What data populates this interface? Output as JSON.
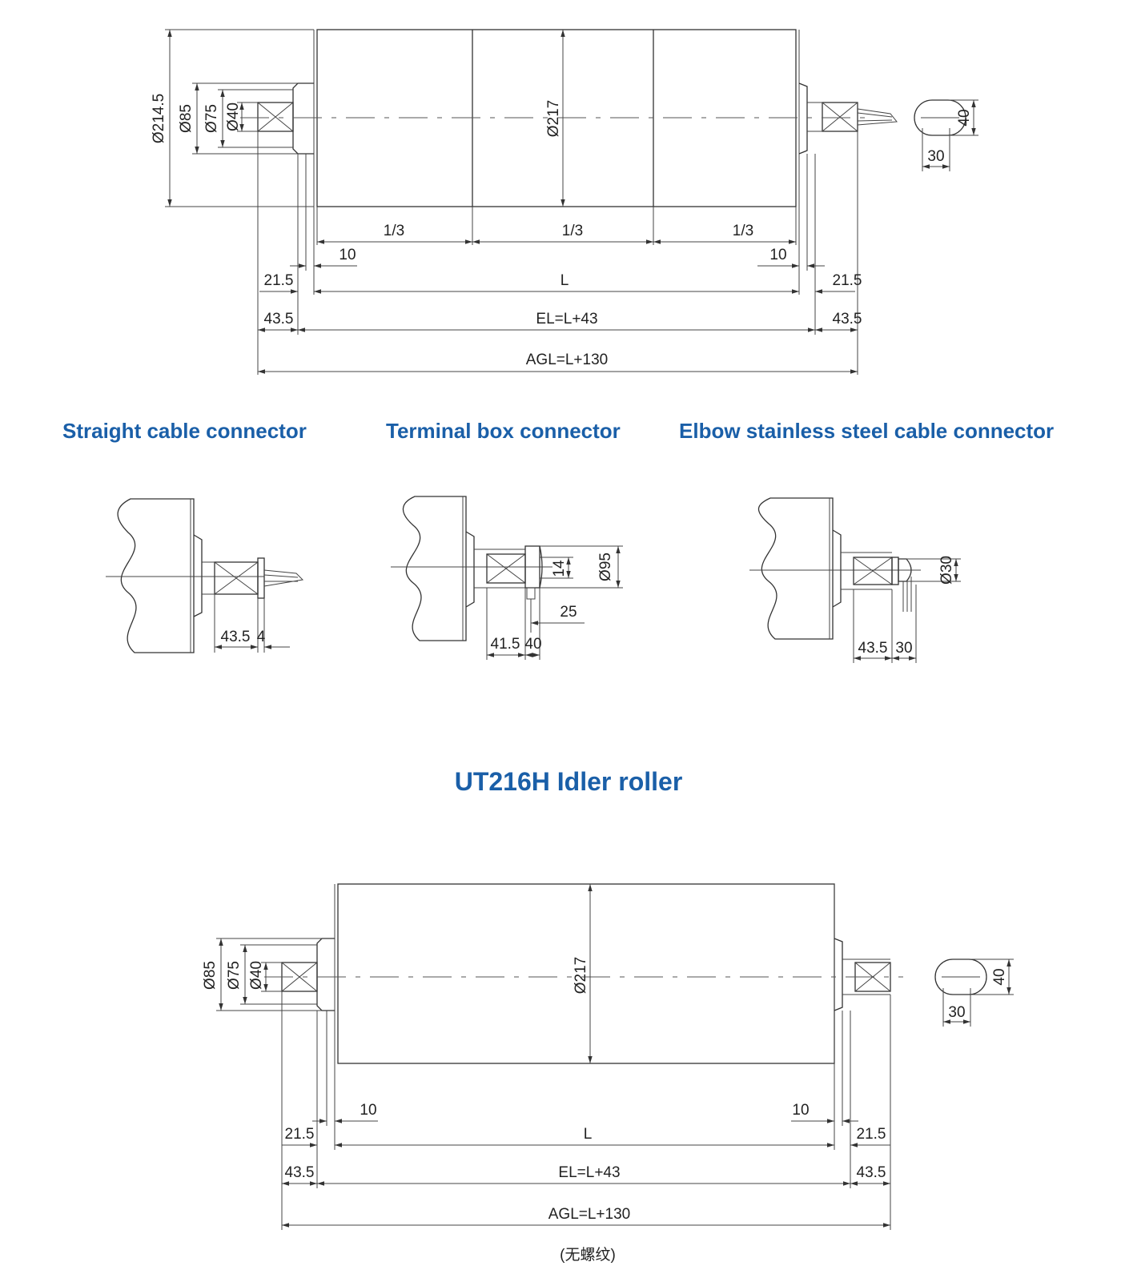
{
  "colors": {
    "heading": "#1a5fa8",
    "line": "#333333"
  },
  "motor_drawing": {
    "dia_outer": "Ø214.5",
    "dia_85": "Ø85",
    "dia_75": "Ø75",
    "dia_40": "Ø40",
    "dia_tube": "Ø217",
    "third_1": "1/3",
    "third_2": "1/3",
    "third_3": "1/3",
    "ten_left": "10",
    "ten_right": "10",
    "d215_left": "21.5",
    "d215_right": "21.5",
    "length": "L",
    "d435_left": "43.5",
    "d435_right": "43.5",
    "el": "EL=L+43",
    "agl": "AGL=L+130",
    "shaft_flat_40": "40",
    "shaft_flat_30": "30"
  },
  "connectors": {
    "straight": {
      "title": "Straight cable connector",
      "d1": "43.5",
      "d2": "4"
    },
    "terminal": {
      "title": "Terminal box connector",
      "d1": "41.5",
      "d2": "40",
      "d_14": "14",
      "d_25": "25",
      "dia": "Ø95"
    },
    "elbow": {
      "title": "Elbow stainless steel cable connector",
      "d1": "43.5",
      "d2": "30",
      "dia": "Ø30"
    }
  },
  "idler": {
    "title": "UT216H Idler roller",
    "dia_85": "Ø85",
    "dia_75": "Ø75",
    "dia_40": "Ø40",
    "dia_tube": "Ø217",
    "ten_left": "10",
    "ten_right": "10",
    "d215_left": "21.5",
    "d215_right": "21.5",
    "length": "L",
    "d435_left": "43.5",
    "d435_right": "43.5",
    "el": "EL=L+43",
    "agl": "AGL=L+130",
    "shaft_flat_40": "40",
    "shaft_flat_30": "30",
    "note": "(无螺纹)"
  }
}
